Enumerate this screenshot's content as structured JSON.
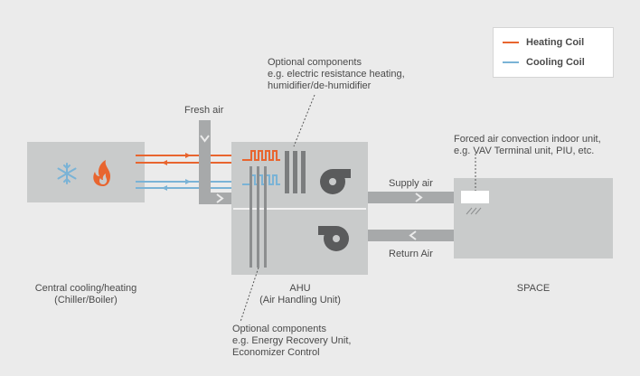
{
  "legend": {
    "heating": {
      "label": "Heating Coil",
      "color": "#e8652f"
    },
    "cooling": {
      "label": "Cooling Coil",
      "color": "#7ab3d6"
    }
  },
  "labels": {
    "central": "Central cooling/heating\n(Chiller/Boiler)",
    "fresh_air": "Fresh air",
    "optional_top": "Optional components\ne.g. electric resistance heating,\nhumidifier/de-humidifier",
    "optional_bottom": "Optional components\ne.g. Energy Recovery Unit,\nEconomizer Control",
    "ahu": "AHU\n(Air Handling Unit)",
    "supply_air": "Supply air",
    "return_air": "Return Air",
    "space": "SPACE",
    "terminal": "Forced air convection indoor unit,\ne.g. VAV Terminal unit, PIU, etc."
  },
  "colors": {
    "background": "#ebebeb",
    "box": "#c9cbcb",
    "duct": "#a7a9aa",
    "dark_component": "#5a5b5c",
    "heating": "#e8652f",
    "cooling": "#7ab3d6"
  },
  "icons": [
    "snowflake-icon",
    "flame-icon",
    "fan-icon"
  ]
}
